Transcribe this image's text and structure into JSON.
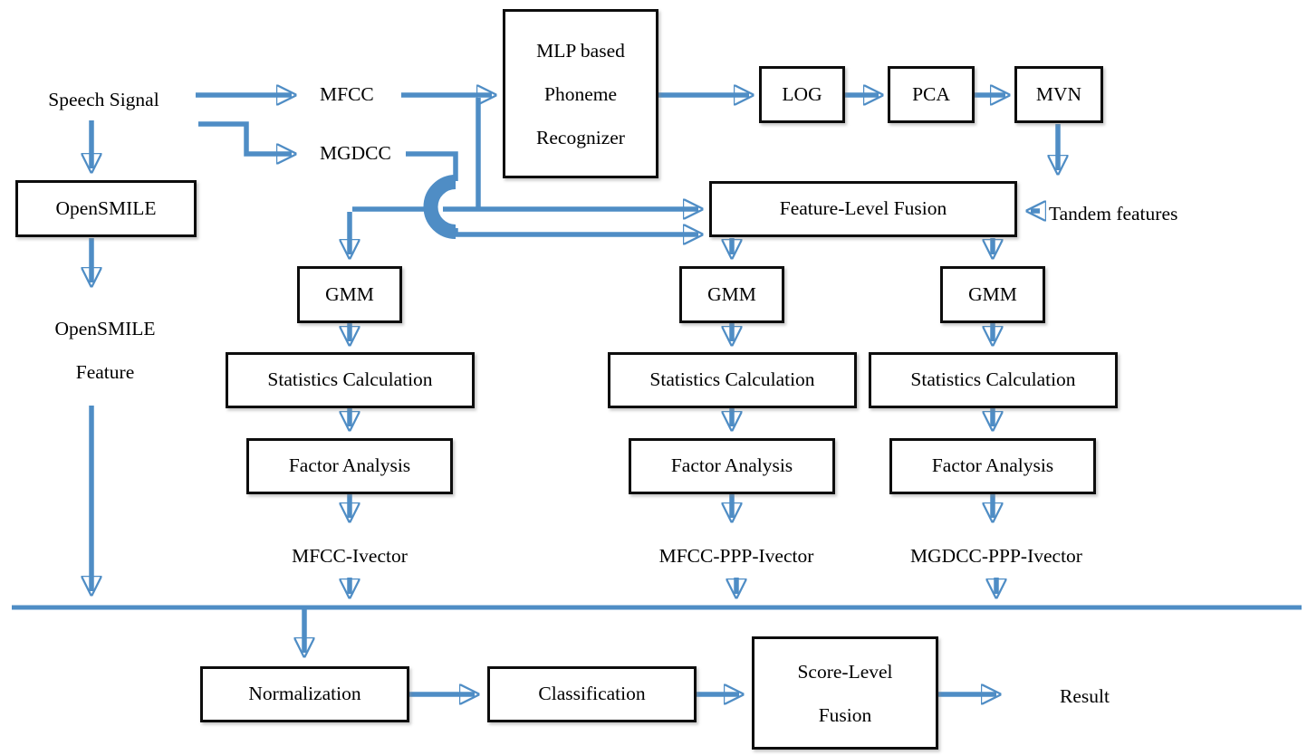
{
  "colors": {
    "connector": "#4f8dc5",
    "box_border": "#0d0d0d",
    "box_fill": "#ffffff",
    "background": "#ffffff",
    "text": "#000000"
  },
  "nodes": {
    "speech_signal": {
      "label": "Speech Signal"
    },
    "mfcc": {
      "label": "MFCC"
    },
    "mgdcc": {
      "label": "MGDCC"
    },
    "mlp": {
      "line1": "MLP based",
      "line2": "Phoneme",
      "line3": "Recognizer"
    },
    "log": {
      "label": "LOG"
    },
    "pca": {
      "label": "PCA"
    },
    "mvn": {
      "label": "MVN"
    },
    "opensmile": {
      "label": "OpenSMILE"
    },
    "feature_level_fusion": {
      "label": "Feature-Level Fusion"
    },
    "tandem_features": {
      "label": "Tandem features"
    },
    "opensmile_feature": {
      "line1": "OpenSMILE",
      "line2": "Feature"
    },
    "gmm_mfcc": {
      "label": "GMM"
    },
    "gmm_mfcc_ppp": {
      "label": "GMM"
    },
    "gmm_mgdcc_ppp": {
      "label": "GMM"
    },
    "stats_mfcc": {
      "label": "Statistics Calculation"
    },
    "stats_mfcc_ppp": {
      "label": "Statistics Calculation"
    },
    "stats_mgdcc_ppp": {
      "label": "Statistics Calculation"
    },
    "fa_mfcc": {
      "label": "Factor Analysis"
    },
    "fa_mfcc_ppp": {
      "label": "Factor Analysis"
    },
    "fa_mgdcc_ppp": {
      "label": "Factor Analysis"
    },
    "ivector_mfcc": {
      "label": "MFCC-Ivector"
    },
    "ivector_mfcc_ppp": {
      "label": "MFCC-PPP-Ivector"
    },
    "ivector_mgdcc_ppp": {
      "label": "MGDCC-PPP-Ivector"
    },
    "normalization": {
      "label": "Normalization"
    },
    "classification": {
      "label": "Classification"
    },
    "score_level_fusion": {
      "line1": "Score-Level",
      "line2": "Fusion"
    },
    "result": {
      "label": "Result"
    }
  }
}
